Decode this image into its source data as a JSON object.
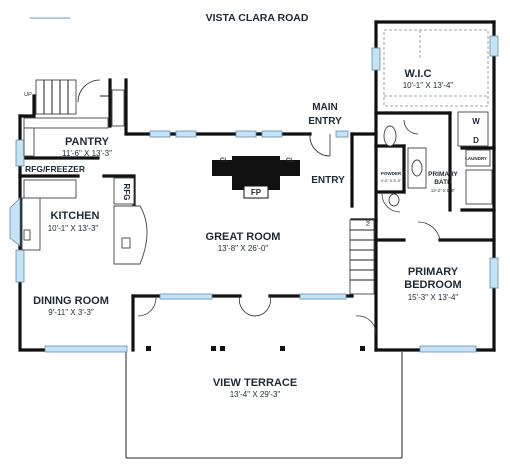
{
  "street": "VISTA CLARA ROAD",
  "rooms": {
    "wic": {
      "name": "W.I.C",
      "dims": "10'-1\" X 13'-4\""
    },
    "pantry": {
      "name": "PANTRY",
      "dims": "11'-6\" X 13'-3\""
    },
    "main_entry": {
      "line1": "MAIN",
      "line2": "ENTRY"
    },
    "entry": {
      "name": "ENTRY"
    },
    "rfg_freezer": {
      "name": "RFG/FREEZER"
    },
    "rfg": {
      "name": "RFG"
    },
    "kitchen": {
      "name": "KITCHEN",
      "dims": "10'-1\" X 13'-3\""
    },
    "great_room": {
      "name": "GREAT ROOM",
      "dims": "13'-8\" X 26'-0\""
    },
    "powder": {
      "name": "POWDER",
      "dims": "4'-0\" X 5'-0\""
    },
    "primary_bath": {
      "line1": "PRIMARY",
      "line2": "BATH",
      "dims": "13'-2\" X 9'-6\""
    },
    "laundry": {
      "name": "LAUNDRY"
    },
    "primary_bedroom": {
      "line1": "PRIMARY",
      "line2": "BEDROOM",
      "dims": "15'-3\" X 13'-4\""
    },
    "dining_room": {
      "name": "DINING ROOM",
      "dims": "9'-11\" X 3'-3\""
    },
    "view_terrace": {
      "name": "VIEW TERRACE",
      "dims": "13'-4\" X 29'-3\""
    }
  },
  "markers": {
    "up": "UP",
    "dn": "DN",
    "cl_left": "CL",
    "cl_right": "CL",
    "fp": "FP",
    "w": "W",
    "d": "D"
  }
}
